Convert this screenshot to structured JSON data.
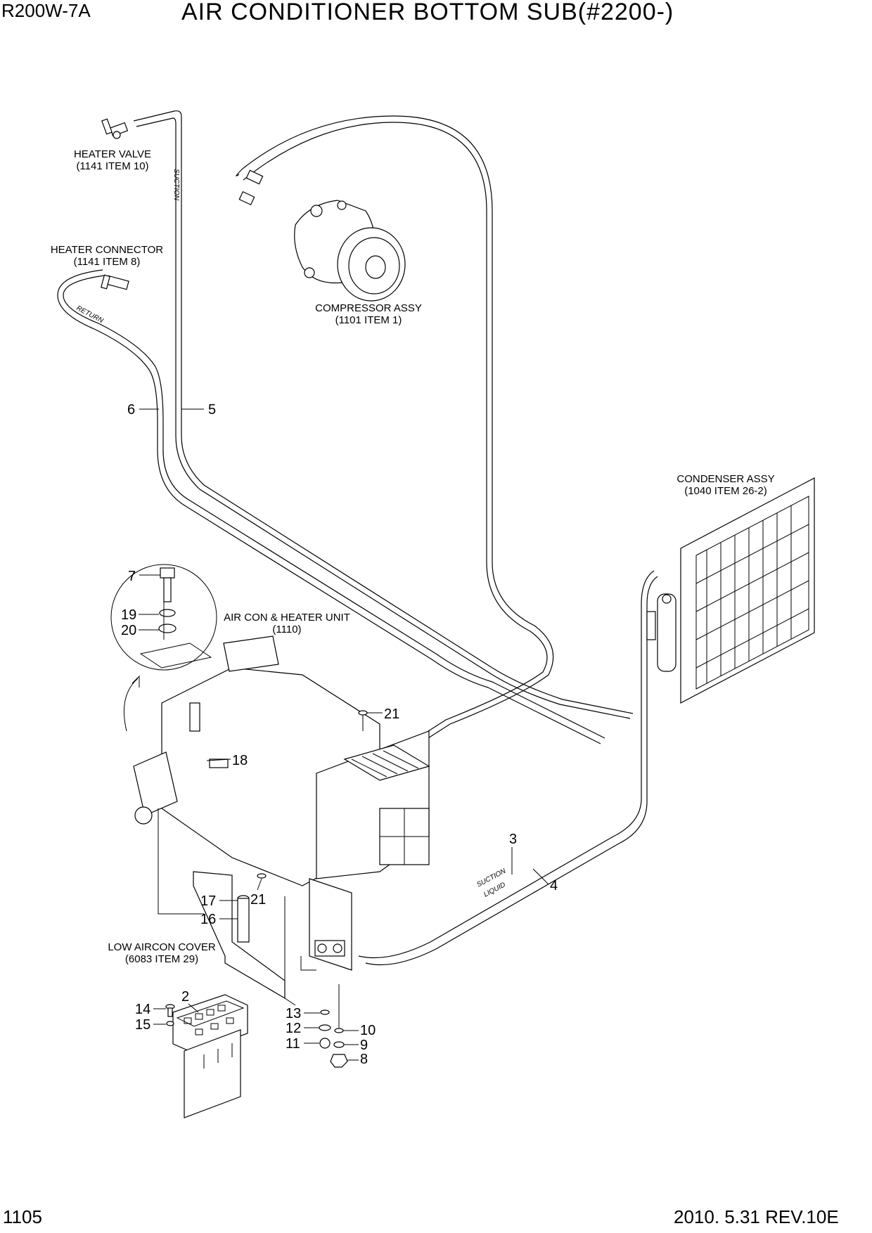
{
  "header": {
    "model": "R200W-7A",
    "title": "AIR CONDITIONER BOTTOM SUB(#2200-)"
  },
  "footer": {
    "page_number": "1105",
    "revision": "2010. 5.31  REV.10E"
  },
  "labels": {
    "heater_valve": {
      "name": "HEATER VALVE",
      "ref": "(1141 ITEM 10)"
    },
    "heater_connector": {
      "name": "HEATER CONNECTOR",
      "ref": "(1141 ITEM 8)"
    },
    "compressor": {
      "name": "COMPRESSOR ASSY",
      "ref": "(1101 ITEM 1)"
    },
    "condenser": {
      "name": "CONDENSER ASSY",
      "ref": "(1040 ITEM 26-2)"
    },
    "aircon_unit": {
      "name": "AIR CON & HEATER UNIT",
      "ref": "(1110)"
    },
    "low_cover": {
      "name": "LOW AIRCON COVER",
      "ref": "(6083 ITEM 29)"
    }
  },
  "pipe_text": {
    "suction_top": "SUCTION",
    "return_left": "RETURN",
    "suction_bottom": "SUCTION",
    "liquid_bottom": "LIQUID"
  },
  "callouts": {
    "p2": "2",
    "p3": "3",
    "p4": "4",
    "p5": "5",
    "p6": "6",
    "p7": "7",
    "p8": "8",
    "p9": "9",
    "p10": "10",
    "p11": "11",
    "p12": "12",
    "p13": "13",
    "p14": "14",
    "p15": "15",
    "p16": "16",
    "p17": "17",
    "p18": "18",
    "p19": "19",
    "p20": "20",
    "p21a": "21",
    "p21b": "21"
  }
}
